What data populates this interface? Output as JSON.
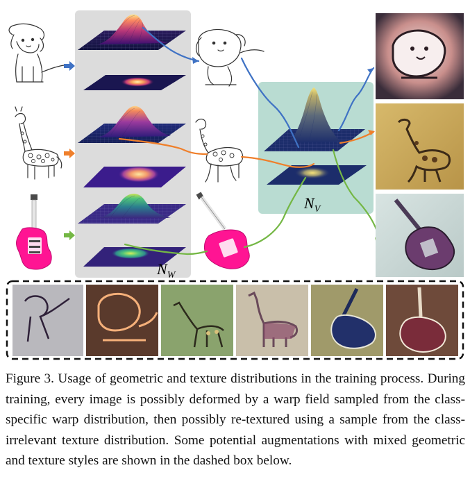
{
  "figure": {
    "label_w_script": "N",
    "label_w_sub": "W",
    "label_v_script": "N",
    "label_v_sub": "V",
    "colors": {
      "panel_gray": "#dcdcdc",
      "panel_teal": "#b9dcd2",
      "arrow_blue": "#3f72c4",
      "arrow_orange": "#ef7f2b",
      "arrow_green": "#74b744",
      "guitar_pink": "#ff1493"
    },
    "rows": [
      "dog",
      "giraffe",
      "guitar"
    ],
    "augmentation_tiles": [
      "dog-gray-texture",
      "dog-brown-texture",
      "giraffe-green-texture",
      "giraffe-beige-texture",
      "guitar-olive-texture",
      "guitar-brown-texture"
    ]
  },
  "caption": {
    "text": "Figure 3. Usage of geometric and texture distributions in the training process. During training, every image is possibly deformed by a warp field sampled from the class-specific warp distribution, then possibly re-textured using a sample from the class-irrelevant texture distribution. Some potential augmentations with mixed geometric and texture styles are shown in the dashed box below."
  }
}
